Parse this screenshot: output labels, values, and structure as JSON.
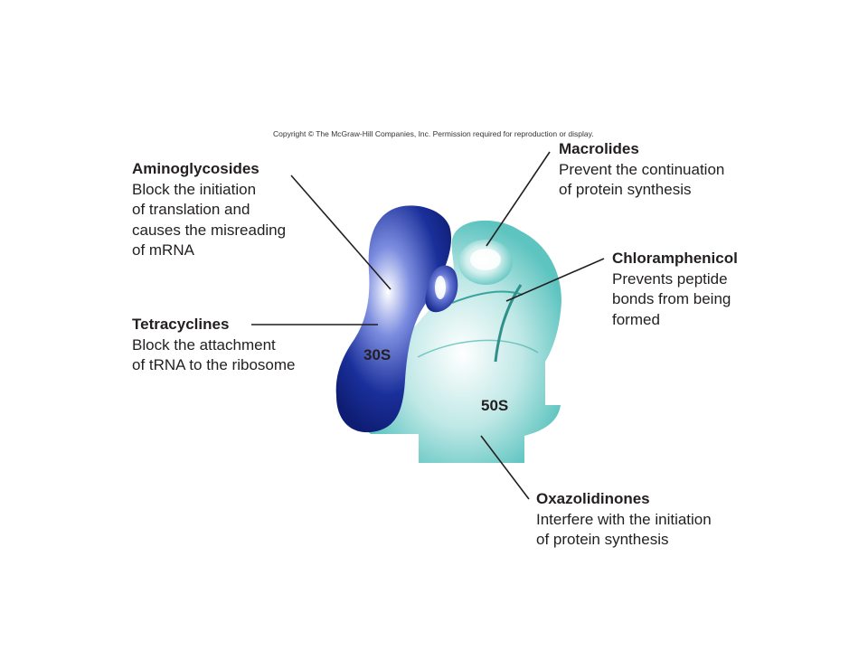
{
  "copyright": "Copyright © The McGraw-Hill Companies, Inc. Permission required for reproduction or display.",
  "subunits": {
    "small": {
      "label": "30S",
      "color": "#1a2f9a"
    },
    "large": {
      "label": "50S",
      "color": "#5ec4c0"
    }
  },
  "callouts": {
    "aminoglycosides": {
      "title": "Aminoglycosides",
      "lines": [
        "Block the initiation",
        "of translation and",
        "causes the misreading",
        "of mRNA"
      ]
    },
    "tetracyclines": {
      "title": "Tetracyclines",
      "lines": [
        "Block the attachment",
        "of tRNA to the ribosome"
      ]
    },
    "macrolides": {
      "title": "Macrolides",
      "lines": [
        "Prevent the continuation",
        "of protein synthesis"
      ]
    },
    "chloramphenicol": {
      "title": "Chloramphenicol",
      "lines": [
        "Prevents peptide",
        "bonds from being",
        "formed"
      ]
    },
    "oxazolidinones": {
      "title": "Oxazolidinones",
      "lines": [
        "Interfere with the initiation",
        "of protein synthesis"
      ]
    }
  }
}
